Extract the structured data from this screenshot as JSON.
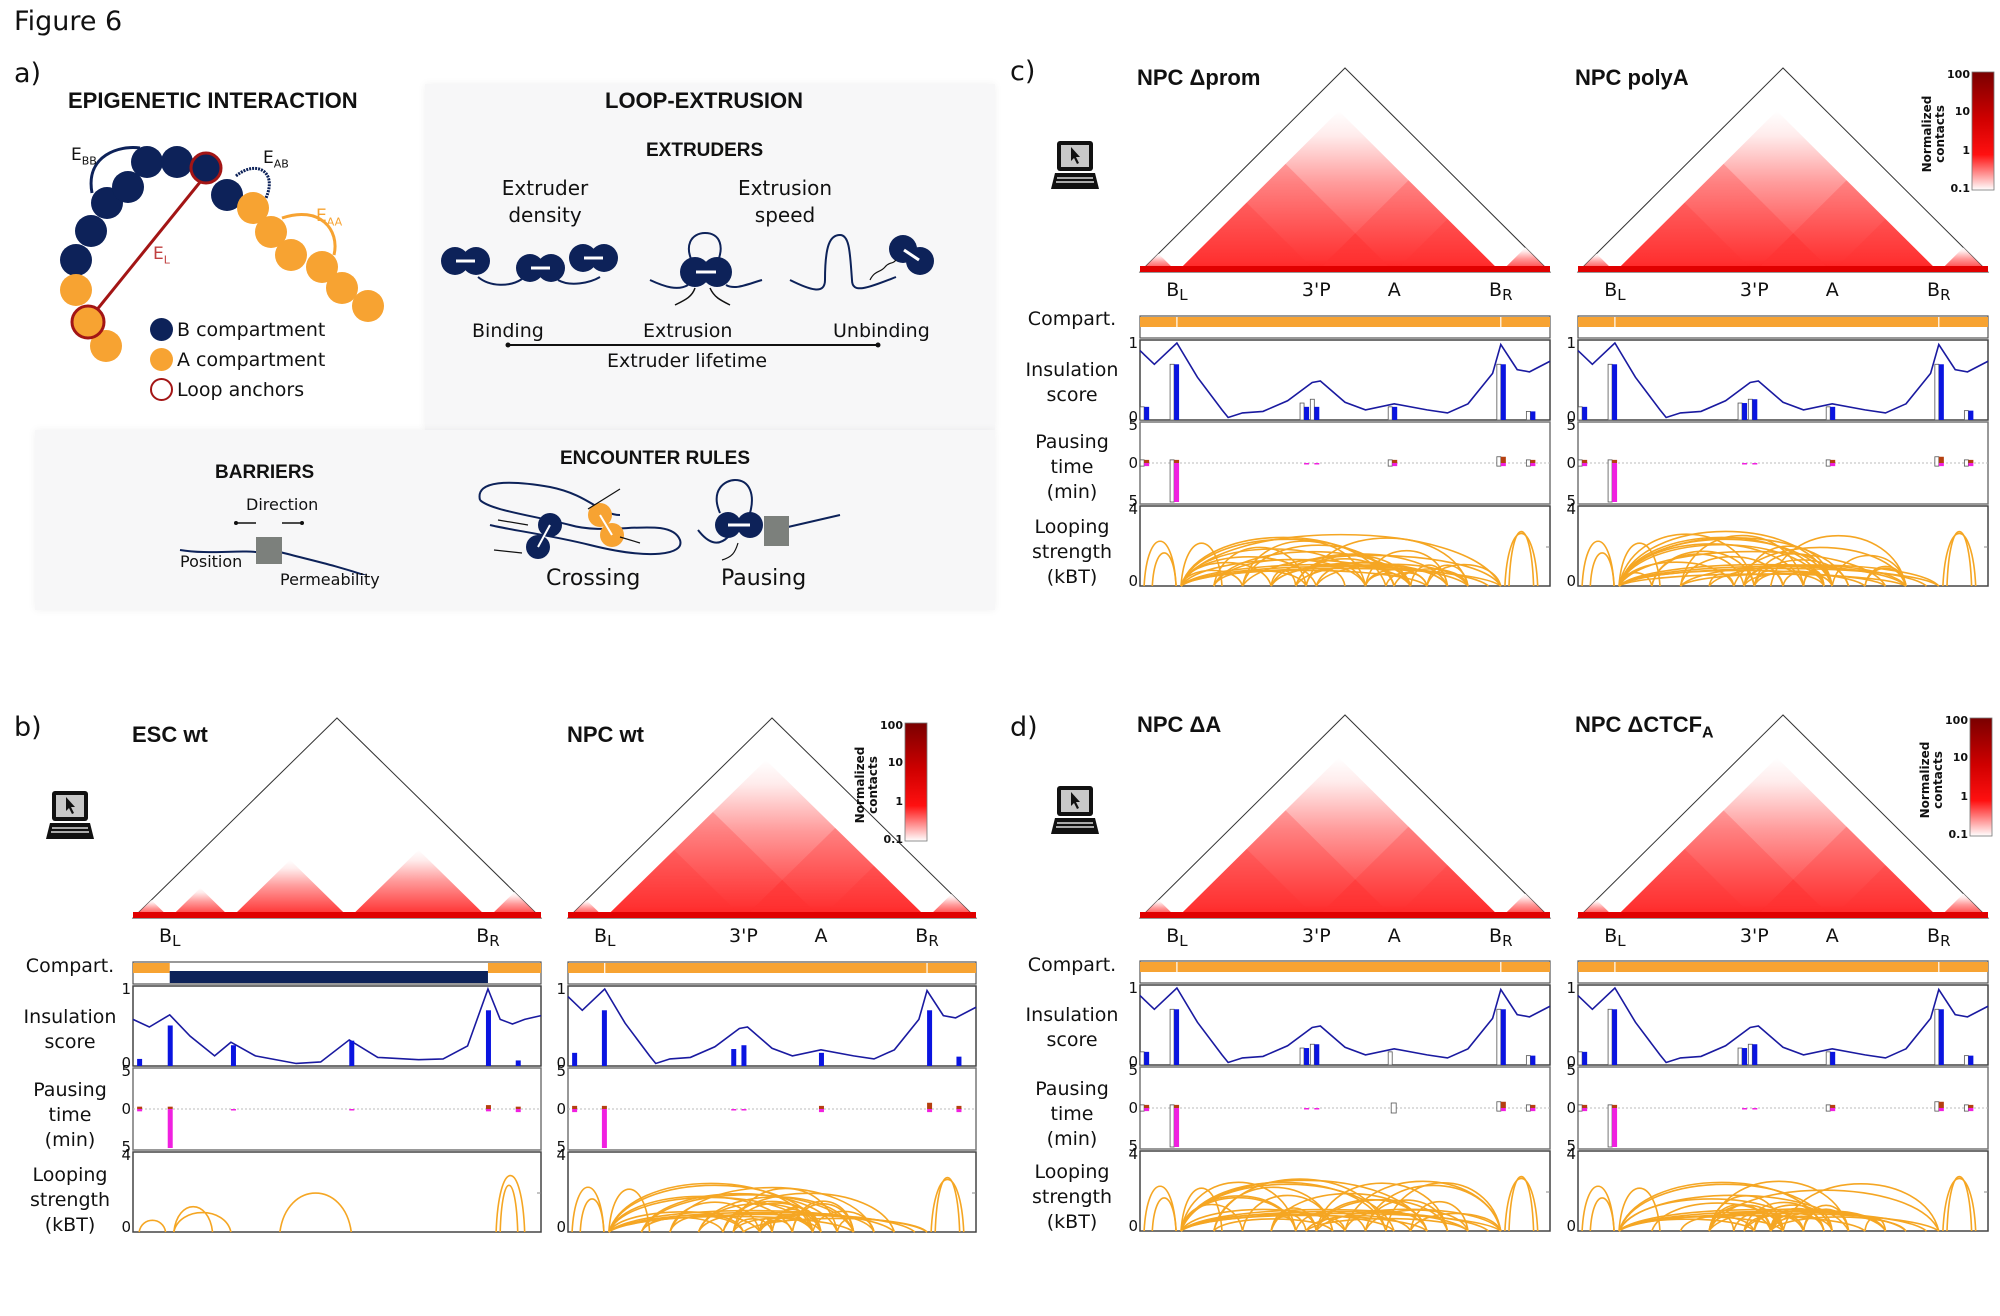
{
  "figure_title": "Figure 6",
  "panel_labels": {
    "a": "a)",
    "b": "b)",
    "c": "c)",
    "d": "d)"
  },
  "panel_a": {
    "epigenetic": {
      "title": "EPIGENETIC INTERACTION",
      "labels": {
        "ebb": "E",
        "ebb_sub": "BB",
        "eab": "E",
        "eab_sub": "AB",
        "eaa": "E",
        "eaa_sub": "AA",
        "el": "E",
        "el_sub": "L"
      },
      "legend": [
        {
          "label": "B compartment",
          "color": "#0d2259"
        },
        {
          "label": "A compartment",
          "color": "#f7a332"
        },
        {
          "label": "Loop anchors",
          "color": "#a31515"
        }
      ]
    },
    "loop_extrusion": {
      "title": "LOOP-EXTRUSION",
      "subtitle": "EXTRUDERS",
      "param1": [
        "Extruder",
        "density"
      ],
      "param2": [
        "Extrusion",
        "speed"
      ],
      "phases": [
        "Binding",
        "Extrusion",
        "Unbinding"
      ],
      "lifetime": "Extruder lifetime"
    },
    "barriers": {
      "title": "BARRIERS",
      "direction": "Direction",
      "position": "Position",
      "permeability": "Permeability"
    },
    "encounter_rules": {
      "title": "ENCOUNTER RULES",
      "crossing": "Crossing",
      "pausing": "Pausing"
    }
  },
  "colors": {
    "b_compartment": "#0d2259",
    "a_compartment": "#f7a332",
    "anchor": "#a31515",
    "insulation_line": "#1a1aa0",
    "insulation_bar": "#0a14e0",
    "pause_up": "#b5400f",
    "pause_down": "#f020e0",
    "loop": "#f5a623",
    "heat": "#ff0000"
  },
  "track_labels": {
    "compart": "Compart.",
    "insulation": [
      "Insulation",
      "score"
    ],
    "pausing": [
      "Pausing",
      "time",
      "(min)"
    ],
    "looping": [
      "Looping",
      "strength",
      "(kBT)"
    ],
    "ins_ticks": [
      "1",
      "0"
    ],
    "pause_ticks": [
      "5",
      "0",
      "5"
    ],
    "loop_ticks": [
      "4",
      "0"
    ]
  },
  "colorbar": {
    "label": [
      "Normalized",
      "contacts"
    ],
    "ticks": [
      "100",
      "10",
      "1",
      "0.1"
    ]
  },
  "chart_data": [
    {
      "type": "heatmap",
      "title": "ESC wt",
      "panel": "b",
      "xticks": [
        {
          "label": "B",
          "sub": "L",
          "pos": 0.09
        },
        {
          "label": "B",
          "sub": "R",
          "pos": 0.87
        }
      ],
      "compartments": [
        {
          "start": 0,
          "end": 0.09,
          "type": "A"
        },
        {
          "start": 0.09,
          "end": 0.87,
          "type": "B"
        },
        {
          "start": 0.87,
          "end": 1,
          "type": "A"
        }
      ],
      "domains": [
        [
          0.0,
          0.09
        ],
        [
          0.09,
          0.24
        ],
        [
          0.24,
          0.53
        ],
        [
          0.53,
          0.87
        ],
        [
          0.87,
          1.0
        ]
      ],
      "insulation_curve": [
        [
          0,
          0.6
        ],
        [
          0.04,
          0.5
        ],
        [
          0.09,
          0.66
        ],
        [
          0.14,
          0.38
        ],
        [
          0.2,
          0.12
        ],
        [
          0.24,
          0.3
        ],
        [
          0.3,
          0.12
        ],
        [
          0.4,
          0.02
        ],
        [
          0.46,
          0.04
        ],
        [
          0.53,
          0.33
        ],
        [
          0.6,
          0.1
        ],
        [
          0.7,
          0.07
        ],
        [
          0.76,
          0.08
        ],
        [
          0.82,
          0.25
        ],
        [
          0.87,
          1.0
        ],
        [
          0.9,
          0.6
        ],
        [
          0.93,
          0.54
        ],
        [
          0.96,
          0.6
        ],
        [
          1,
          0.65
        ]
      ],
      "insulation_bars": [
        {
          "x": 0.015,
          "filled": 0.08
        },
        {
          "x": 0.09,
          "filled": 0.52
        },
        {
          "x": 0.245,
          "filled": 0.26
        },
        {
          "x": 0.535,
          "filled": 0.32
        },
        {
          "x": 0.87,
          "filled": 0.72
        },
        {
          "x": 0.943,
          "filled": 0.06
        }
      ],
      "pausing_bars": [
        {
          "x": 0.015,
          "up": 0.3,
          "down": 0.3
        },
        {
          "x": 0.09,
          "up": 0.3,
          "down": 5
        },
        {
          "x": 0.245,
          "up": 0,
          "down": 0.05
        },
        {
          "x": 0.535,
          "up": 0,
          "down": 0.05
        },
        {
          "x": 0.87,
          "up": 0.5,
          "down": 0.3
        },
        {
          "x": 0.943,
          "up": 0.3,
          "down": 0.4
        }
      ],
      "loops": [
        [
          0.015,
          0.08,
          0.6
        ],
        [
          0.1,
          0.24,
          1.0
        ],
        [
          0.1,
          0.195,
          1.3
        ],
        [
          0.36,
          0.535,
          2.0
        ],
        [
          0.9,
          0.943,
          2.4
        ],
        [
          0.89,
          0.96,
          2.9
        ]
      ],
      "ylim_insulation": [
        0,
        1
      ],
      "ylim_pausing": [
        -5,
        5
      ],
      "ylim_looping": [
        0,
        4
      ]
    },
    {
      "type": "heatmap",
      "title": "NPC wt",
      "panel": "b",
      "xticks": [
        {
          "label": "B",
          "sub": "L",
          "pos": 0.09
        },
        {
          "label": "3'P",
          "sub": "",
          "pos": 0.43
        },
        {
          "label": "A",
          "sub": "",
          "pos": 0.62
        },
        {
          "label": "B",
          "sub": "R",
          "pos": 0.88
        }
      ],
      "compartments": [
        {
          "start": 0,
          "end": 1,
          "type": "A"
        }
      ],
      "insulation_curve": [
        [
          0,
          0.9
        ],
        [
          0.035,
          0.72
        ],
        [
          0.09,
          1.0
        ],
        [
          0.14,
          0.55
        ],
        [
          0.2,
          0.12
        ],
        [
          0.215,
          0.02
        ],
        [
          0.25,
          0.08
        ],
        [
          0.3,
          0.1
        ],
        [
          0.36,
          0.24
        ],
        [
          0.42,
          0.48
        ],
        [
          0.44,
          0.5
        ],
        [
          0.5,
          0.22
        ],
        [
          0.55,
          0.12
        ],
        [
          0.62,
          0.2
        ],
        [
          0.7,
          0.12
        ],
        [
          0.75,
          0.08
        ],
        [
          0.8,
          0.2
        ],
        [
          0.86,
          0.6
        ],
        [
          0.88,
          0.98
        ],
        [
          0.92,
          0.65
        ],
        [
          0.95,
          0.62
        ],
        [
          1,
          0.76
        ]
      ],
      "insulation_bars": [
        {
          "x": 0.015,
          "filled": 0.16
        },
        {
          "x": 0.088,
          "filled": 0.72
        },
        {
          "x": 0.405,
          "filled": 0.21
        },
        {
          "x": 0.43,
          "filled": 0.26
        },
        {
          "x": 0.62,
          "filled": 0.16
        },
        {
          "x": 0.885,
          "filled": 0.72
        },
        {
          "x": 0.957,
          "filled": 0.11
        }
      ],
      "pausing_bars": [
        {
          "x": 0.015,
          "up": 0.4,
          "down": 0.4
        },
        {
          "x": 0.088,
          "up": 0.4,
          "down": 5
        },
        {
          "x": 0.405,
          "up": 0,
          "down": 0.05
        },
        {
          "x": 0.43,
          "up": 0,
          "down": 0.05
        },
        {
          "x": 0.62,
          "up": 0.4,
          "down": 0.4
        },
        {
          "x": 0.885,
          "up": 0.8,
          "down": 0.4
        },
        {
          "x": 0.957,
          "up": 0.4,
          "down": 0.4
        }
      ],
      "loops": "dense",
      "ylim_insulation": [
        0,
        1
      ],
      "ylim_pausing": [
        -5,
        5
      ],
      "ylim_looping": [
        0,
        4
      ]
    },
    {
      "type": "heatmap",
      "title": "NPC Δprom",
      "panel": "c",
      "xticks": [
        {
          "label": "B",
          "sub": "L",
          "pos": 0.09
        },
        {
          "label": "3'P",
          "sub": "",
          "pos": 0.43
        },
        {
          "label": "A",
          "sub": "",
          "pos": 0.62
        },
        {
          "label": "B",
          "sub": "R",
          "pos": 0.88
        }
      ],
      "compartments": [
        {
          "start": 0,
          "end": 1,
          "type": "A"
        }
      ],
      "insulation_bars": [
        {
          "x": 0.015,
          "filled": 0.16,
          "ref": 0.16
        },
        {
          "x": 0.088,
          "filled": 0.72,
          "ref": 0.72
        },
        {
          "x": 0.405,
          "filled": 0.16,
          "ref": 0.21
        },
        {
          "x": 0.43,
          "filled": 0.16,
          "ref": 0.26
        },
        {
          "x": 0.62,
          "filled": 0.16,
          "ref": 0.16
        },
        {
          "x": 0.885,
          "filled": 0.72,
          "ref": 0.72
        },
        {
          "x": 0.957,
          "filled": 0.1,
          "ref": 0.1
        }
      ],
      "ylim_insulation": [
        0,
        1
      ],
      "ylim_pausing": [
        -5,
        5
      ],
      "ylim_looping": [
        0,
        4
      ]
    },
    {
      "type": "heatmap",
      "title": "NPC polyA",
      "panel": "c",
      "xticks": [
        {
          "label": "B",
          "sub": "L",
          "pos": 0.09
        },
        {
          "label": "3'P",
          "sub": "",
          "pos": 0.43
        },
        {
          "label": "A",
          "sub": "",
          "pos": 0.62
        },
        {
          "label": "B",
          "sub": "R",
          "pos": 0.88
        }
      ],
      "compartments": [
        {
          "start": 0,
          "end": 1,
          "type": "A"
        }
      ],
      "ylim_insulation": [
        0,
        1
      ],
      "ylim_pausing": [
        -5,
        5
      ],
      "ylim_looping": [
        0,
        4
      ]
    },
    {
      "type": "heatmap",
      "title": "NPC ΔA",
      "panel": "d",
      "xticks": [
        {
          "label": "B",
          "sub": "L",
          "pos": 0.09
        },
        {
          "label": "3'P",
          "sub": "",
          "pos": 0.43
        },
        {
          "label": "A",
          "sub": "",
          "pos": 0.62
        },
        {
          "label": "B",
          "sub": "R",
          "pos": 0.88
        }
      ],
      "compartments": [
        {
          "start": 0,
          "end": 1,
          "type": "A"
        }
      ],
      "ylim_insulation": [
        0,
        1
      ],
      "ylim_pausing": [
        -5,
        5
      ],
      "ylim_looping": [
        0,
        4
      ]
    },
    {
      "type": "heatmap",
      "title": "NPC ΔCTCF",
      "title_sub": "A",
      "panel": "d",
      "xticks": [
        {
          "label": "B",
          "sub": "L",
          "pos": 0.09
        },
        {
          "label": "3'P",
          "sub": "",
          "pos": 0.43
        },
        {
          "label": "A",
          "sub": "",
          "pos": 0.62
        },
        {
          "label": "B",
          "sub": "R",
          "pos": 0.88
        }
      ],
      "compartments": [
        {
          "start": 0,
          "end": 1,
          "type": "A"
        }
      ],
      "ylim_insulation": [
        0,
        1
      ],
      "ylim_pausing": [
        -5,
        5
      ],
      "ylim_looping": [
        0,
        4
      ]
    }
  ]
}
